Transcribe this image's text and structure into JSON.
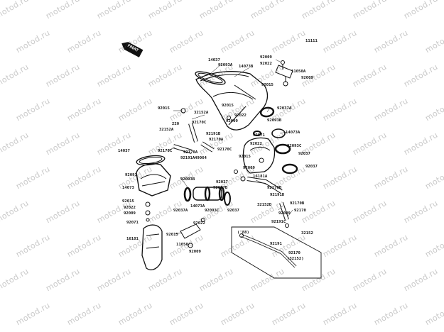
{
  "figure_ref": "11111",
  "front_label": "FRONT",
  "watermark": "motod.ru",
  "labels": [
    {
      "text": "14037"
    },
    {
      "text": "92093A"
    },
    {
      "text": "14073B"
    },
    {
      "text": "92009"
    },
    {
      "text": "92022"
    },
    {
      "text": "11050A"
    },
    {
      "text": "92009"
    },
    {
      "text": "92015"
    },
    {
      "text": "92015"
    },
    {
      "text": "92015"
    },
    {
      "text": "32152A"
    },
    {
      "text": "92022"
    },
    {
      "text": "92009"
    },
    {
      "text": "92037A"
    },
    {
      "text": "92170C"
    },
    {
      "text": "92093B"
    },
    {
      "text": "32152A"
    },
    {
      "text": "220"
    },
    {
      "text": "92191B"
    },
    {
      "text": "92170A"
    },
    {
      "text": "92071"
    },
    {
      "text": "14073A"
    },
    {
      "text": "92170C"
    },
    {
      "text": "92170A"
    },
    {
      "text": "92170C"
    },
    {
      "text": "92093C"
    },
    {
      "text": "92022"
    },
    {
      "text": "14037"
    },
    {
      "text": "92191A"
    },
    {
      "text": "49064"
    },
    {
      "text": "92037"
    },
    {
      "text": "92015"
    },
    {
      "text": "92037"
    },
    {
      "text": "92093"
    },
    {
      "text": "92009"
    },
    {
      "text": "16181A"
    },
    {
      "text": "92093B"
    },
    {
      "text": "92037"
    },
    {
      "text": "14073"
    },
    {
      "text": "92037B"
    },
    {
      "text": "92170B"
    },
    {
      "text": "92015"
    },
    {
      "text": "92191D"
    },
    {
      "text": "92022"
    },
    {
      "text": "92009"
    },
    {
      "text": "14073A"
    },
    {
      "text": "92093C"
    },
    {
      "text": "92037"
    },
    {
      "text": "32152D"
    },
    {
      "text": "92170B"
    },
    {
      "text": "92037A"
    },
    {
      "text": "92009"
    },
    {
      "text": "92170"
    },
    {
      "text": "92071"
    },
    {
      "text": "92022"
    },
    {
      "text": "92191C"
    },
    {
      "text": "32152"
    },
    {
      "text": "('88)"
    },
    {
      "text": "16181"
    },
    {
      "text": "92015"
    },
    {
      "text": "11050"
    },
    {
      "text": "92191"
    },
    {
      "text": "92009"
    },
    {
      "text": "92170"
    },
    {
      "text": "(32152)"
    }
  ]
}
